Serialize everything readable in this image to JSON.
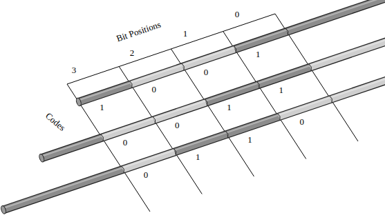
{
  "diagram": {
    "labels": [
      "Bit Positions",
      "3",
      "2",
      "1",
      "0",
      "Codes",
      "1",
      "0",
      "0",
      "1",
      "0",
      "0",
      "1",
      "1",
      "0",
      "1",
      "1",
      "0"
    ]
  }
}
